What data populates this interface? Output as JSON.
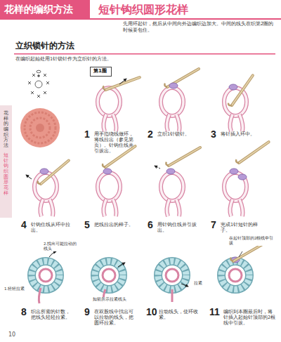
{
  "diagram": {
    "title": "短针钩织圆形花样",
    "nodes": [
      {
        "text": [
          "花样的编织方法"
        ]
      },
      {
        "text": [
          "第1圈"
        ]
      },
      {
        "text": [
          "花样的编织方法",
          "短针钩织圆形花样"
        ]
      }
    ],
    "labels": [
      "先用环起针，然后从中间向外边编织边加大。中间的线头在织第2圈的时候要包住。",
      "立织锁针的方法",
      "在编织起始处用1针锁针作为立织针的方法。",
      "1",
      "用手指绕线做环，将线拉出（参见第页）。针钩住线并引拔出。",
      "2",
      "立织1针锁针。",
      "3",
      "将针插入环中。",
      "4",
      "针钩住线从环中拉出。",
      "5",
      "把线拉出的样子。",
      "6",
      "用针钩住线并引拔出。",
      "7",
      "完成1针短针的样子。",
      "2.找出可能拉动的线头",
      "1.轻轻拉紧",
      "8",
      "织出所需的针数，把线头轻轻拉紧。",
      "如箭所示拉紧线头",
      "9",
      "在双股线中找出可以拉动的线头，把圆环拉紧。",
      "拉紧",
      "10",
      "拉动线头，使环收紧。",
      "在起针顶部的2根线中引拔",
      "11",
      "编织到本圈最后时，将针插入起始针顶部的2根线中引拔。",
      "10"
    ]
  }
}
